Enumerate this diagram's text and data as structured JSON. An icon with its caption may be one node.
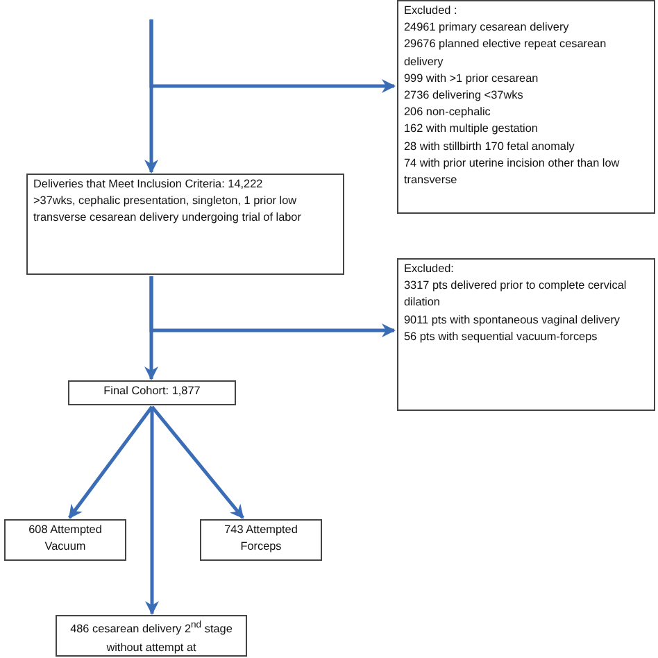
{
  "diagram": {
    "nodes": [
      {
        "text": [
          "Excluded :",
          "24961 primary cesarean delivery",
          "29676 planned elective repeat cesarean delivery",
          "999 with >1 prior cesarean",
          "2736 delivering <37wks",
          "206 non-cephalic",
          "162 with multiple gestation",
          "28 with stillbirth 170 fetal anomaly",
          "74 with prior uterine incision other than low transverse"
        ]
      },
      {
        "text": [
          "Deliveries that Meet Inclusion Criteria: 14,222",
          ">37wks, cephalic presentation, singleton, 1 prior low transverse cesarean delivery undergoing trial of labor"
        ]
      },
      {
        "text": [
          "Excluded:",
          "3317 pts delivered prior to complete cervical dilation",
          "9011 pts with spontaneous vaginal delivery",
          "56 pts with sequential vacuum-forceps"
        ]
      },
      {
        "text": [
          "Final Cohort: 1,877"
        ]
      },
      {
        "text": [
          "608 Attempted Vacuum"
        ]
      },
      {
        "text": [
          "743 Attempted Forceps"
        ]
      },
      {
        "text": [
          "486 cesarean delivery 2$^{nd}$ stage without attempt at"
        ]
      }
    ],
    "edges": [
      {
        "from": null,
        "to": 1,
        "arrow": "to"
      },
      {
        "from": null,
        "to": 0,
        "arrow": "to"
      },
      {
        "from": 1,
        "to": 3,
        "arrow": "to"
      },
      {
        "from": 1,
        "to": 2,
        "arrow": "to"
      },
      {
        "from": 3,
        "to": 4,
        "arrow": "to"
      },
      {
        "from": 3,
        "to": 5,
        "arrow": "to"
      },
      {
        "from": 3,
        "to": 6,
        "arrow": "to"
      }
    ]
  }
}
